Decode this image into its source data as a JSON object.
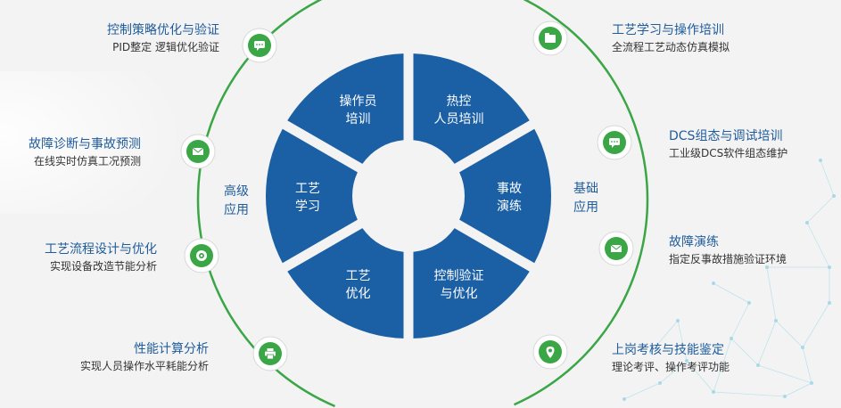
{
  "colors": {
    "primary_blue": "#1b5fa5",
    "accent_green": "#3aa646",
    "title_blue": "#1f5c9c",
    "body_text": "#333333",
    "background": "#f3f3f3"
  },
  "segments": [
    {
      "line1": "操作员",
      "line2": "培训"
    },
    {
      "line1": "热控",
      "line2": "人员培训"
    },
    {
      "line1": "事故",
      "line2": "演练"
    },
    {
      "line1": "控制验证",
      "line2": "与优化"
    },
    {
      "line1": "工艺",
      "line2": "优化"
    },
    {
      "line1": "工艺",
      "line2": "学习"
    }
  ],
  "side_labels": {
    "left": {
      "line1": "高级",
      "line2": "应用"
    },
    "right": {
      "line1": "基础",
      "line2": "应用"
    }
  },
  "left_items": [
    {
      "title": "控制策略优化与验证",
      "subtitle": "PID整定  逻辑优化验证",
      "icon": "chat-icon"
    },
    {
      "title": "故障诊断与事故预测",
      "subtitle": "在线实时仿真工况预测",
      "icon": "mail-icon"
    },
    {
      "title": "工艺流程设计与优化",
      "subtitle": "实现设备改造节能分析",
      "icon": "target-icon"
    },
    {
      "title": "性能计算分析",
      "subtitle": "实现人员操作水平耗能分析",
      "icon": "printer-icon"
    }
  ],
  "right_items": [
    {
      "title": "工艺学习与操作培训",
      "subtitle": "全流程工艺动态仿真模拟",
      "icon": "folder-icon"
    },
    {
      "title": "DCS组态与调试培训",
      "subtitle": "工业级DCS软件组态维护",
      "icon": "chat-icon"
    },
    {
      "title": "故障演练",
      "subtitle": "指定反事故措施验证环境",
      "icon": "mail-icon"
    },
    {
      "title": "上岗考核与技能鉴定",
      "subtitle": "理论考评、操作考评功能",
      "icon": "location-pin-icon"
    }
  ]
}
